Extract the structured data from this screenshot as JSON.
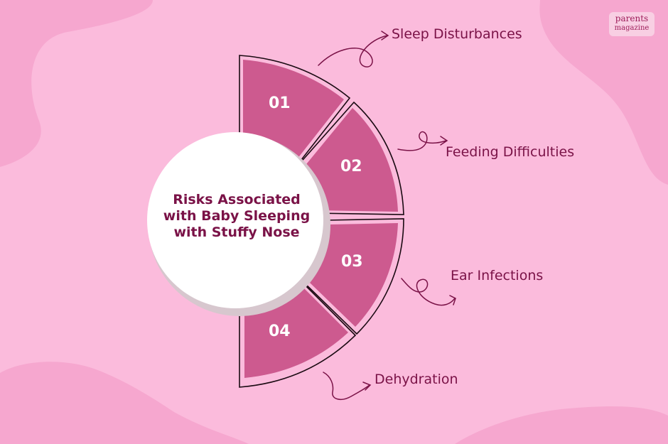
{
  "logo": {
    "line1": "parents",
    "line2": "magazine"
  },
  "center_title": {
    "line1": "Risks Associated",
    "line2": "with Baby Sleeping",
    "line3": "with Stuffy Nose"
  },
  "segments": [
    {
      "number": "01",
      "label": "Sleep Disturbances"
    },
    {
      "number": "02",
      "label": "Feeding Difficulties"
    },
    {
      "number": "03",
      "label": "Ear Infections"
    },
    {
      "number": "04",
      "label": "Dehydration"
    }
  ],
  "colors": {
    "background": "#fbbbdc",
    "blob": "#f6a7cf",
    "segment": "#cd5a8f",
    "text": "#7a1247",
    "outline": "#1a0a12"
  }
}
